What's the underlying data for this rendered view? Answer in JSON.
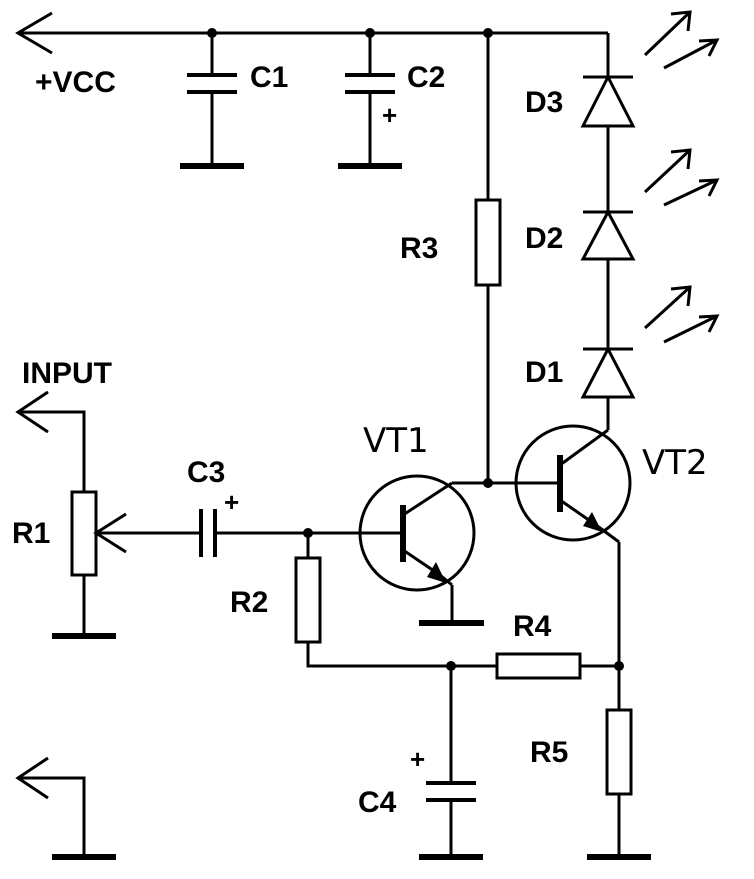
{
  "labels": {
    "vcc": "+VCC",
    "c1": "C1",
    "c2": "C2",
    "c2_pol": "+",
    "c3": "C3",
    "c3_pol": "+",
    "c4": "C4",
    "c4_pol": "+",
    "d1": "D1",
    "d2": "D2",
    "d3": "D3",
    "r1": "R1",
    "r2": "R2",
    "r3": "R3",
    "r4": "R4",
    "r5": "R5",
    "vt1": "VT1",
    "vt2": "VT2",
    "input": "INPUT"
  }
}
